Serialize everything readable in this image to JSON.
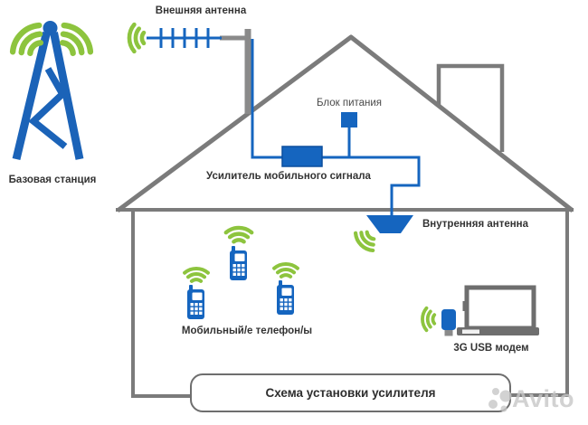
{
  "labels": {
    "external_antenna": "Внешняя антенна",
    "base_station": "Базовая станция",
    "power_supply": "Блок питания",
    "amplifier": "Усилитель мобильного сигнала",
    "internal_antenna": "Внутренняя антенна",
    "phones": "Мобильный/е телефон/ы",
    "usb_modem": "3G USB модем"
  },
  "title_box": {
    "label": "Схема установки усилителя"
  },
  "watermark": {
    "brand": "Avito"
  },
  "icons": {
    "cell_tower": "cell-tower-icon",
    "signal_waves": "signal-waves-icon",
    "yagi_antenna": "yagi-antenna-icon",
    "antenna_mast": "antenna-mast",
    "coax_cable": "coax-cable-line",
    "amplifier_box": "amplifier-box-icon",
    "power_supply": "power-supply-icon",
    "internal_antenna": "internal-antenna-icon",
    "mobile_phone": "mobile-phone-icon",
    "laptop": "laptop-icon",
    "usb_modem": "usb-modem-icon",
    "house": "house-outline",
    "avito_logo": "avito-logo-icon"
  },
  "colors": {
    "blue": "#1565bf",
    "green": "#8dc43e",
    "gray_lines": "#7b7b7b",
    "text": "#333333",
    "watermark": "#c7c7c7"
  }
}
